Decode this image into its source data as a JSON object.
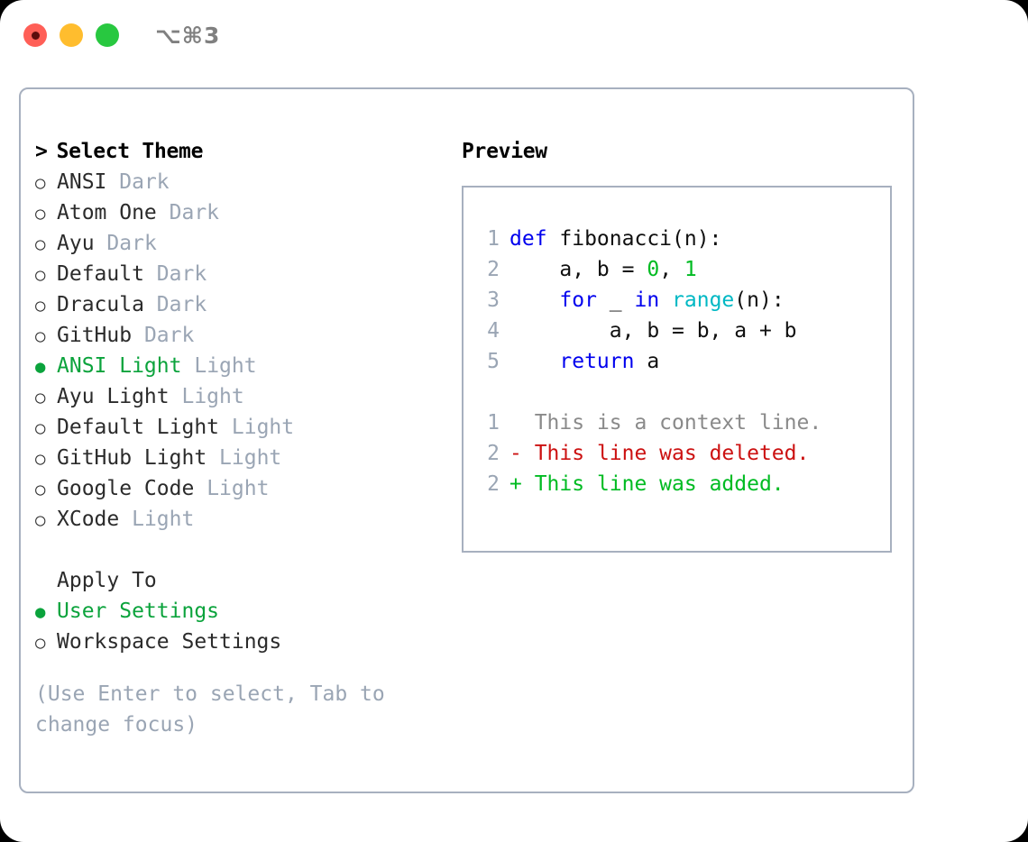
{
  "titlebar": {
    "shortcut": "⌥⌘3",
    "buttons": [
      {
        "name": "close",
        "color": "#ff5f57"
      },
      {
        "name": "minimize",
        "color": "#ffbd2e"
      },
      {
        "name": "zoom",
        "color": "#28c840"
      }
    ]
  },
  "colors": {
    "selected_green": "#0ba33c",
    "muted_grey": "#9aa5b4",
    "border": "#a7b0bf",
    "keyword_blue": "#0000ee",
    "function_cyan": "#00b8c4",
    "number_green": "#00bb22",
    "diff_removed_red": "#cc1111",
    "diff_added_green": "#00bb22"
  },
  "theme_section": {
    "caret": ">",
    "heading": "Select Theme",
    "marker_off": "○",
    "marker_on": "●",
    "items": [
      {
        "name": "ANSI",
        "variant": "Dark",
        "selected": false
      },
      {
        "name": "Atom One",
        "variant": "Dark",
        "selected": false
      },
      {
        "name": "Ayu",
        "variant": "Dark",
        "selected": false
      },
      {
        "name": "Default",
        "variant": "Dark",
        "selected": false
      },
      {
        "name": "Dracula",
        "variant": "Dark",
        "selected": false
      },
      {
        "name": "GitHub",
        "variant": "Dark",
        "selected": false
      },
      {
        "name": "ANSI Light",
        "variant": "Light",
        "selected": true
      },
      {
        "name": "Ayu Light",
        "variant": "Light",
        "selected": false
      },
      {
        "name": "Default Light",
        "variant": "Light",
        "selected": false
      },
      {
        "name": "GitHub Light",
        "variant": "Light",
        "selected": false
      },
      {
        "name": "Google Code",
        "variant": "Light",
        "selected": false
      },
      {
        "name": "XCode",
        "variant": "Light",
        "selected": false
      }
    ]
  },
  "apply_to_section": {
    "heading": "Apply To",
    "items": [
      {
        "name": "User Settings",
        "selected": true
      },
      {
        "name": "Workspace Settings",
        "selected": false
      }
    ]
  },
  "hint": "(Use Enter to select, Tab to change focus)",
  "preview": {
    "title": "Preview",
    "code_lines": [
      {
        "number": "1",
        "tokens": [
          {
            "t": "def",
            "c": "kw"
          },
          {
            "t": " fibonacci(n):",
            "c": "id"
          }
        ]
      },
      {
        "number": "2",
        "tokens": [
          {
            "t": "    a, b = ",
            "c": "id"
          },
          {
            "t": "0",
            "c": "num"
          },
          {
            "t": ", ",
            "c": "id"
          },
          {
            "t": "1",
            "c": "num"
          }
        ]
      },
      {
        "number": "3",
        "tokens": [
          {
            "t": "    ",
            "c": "id"
          },
          {
            "t": "for",
            "c": "kw"
          },
          {
            "t": " _ ",
            "c": "id"
          },
          {
            "t": "in",
            "c": "kw"
          },
          {
            "t": " ",
            "c": "id"
          },
          {
            "t": "range",
            "c": "fn"
          },
          {
            "t": "(n):",
            "c": "id"
          }
        ]
      },
      {
        "number": "4",
        "tokens": [
          {
            "t": "        a, b = b, a + b",
            "c": "id"
          }
        ]
      },
      {
        "number": "5",
        "tokens": [
          {
            "t": "    ",
            "c": "id"
          },
          {
            "t": "return",
            "c": "kw"
          },
          {
            "t": " a",
            "c": "id"
          }
        ]
      }
    ],
    "diff_lines": [
      {
        "number": "1",
        "marker": " ",
        "text": " This is a context line.",
        "kind": "ctx"
      },
      {
        "number": "2",
        "marker": "-",
        "text": " This line was deleted.",
        "kind": "del"
      },
      {
        "number": "2",
        "marker": "+",
        "text": " This line was added.",
        "kind": "add"
      }
    ]
  }
}
